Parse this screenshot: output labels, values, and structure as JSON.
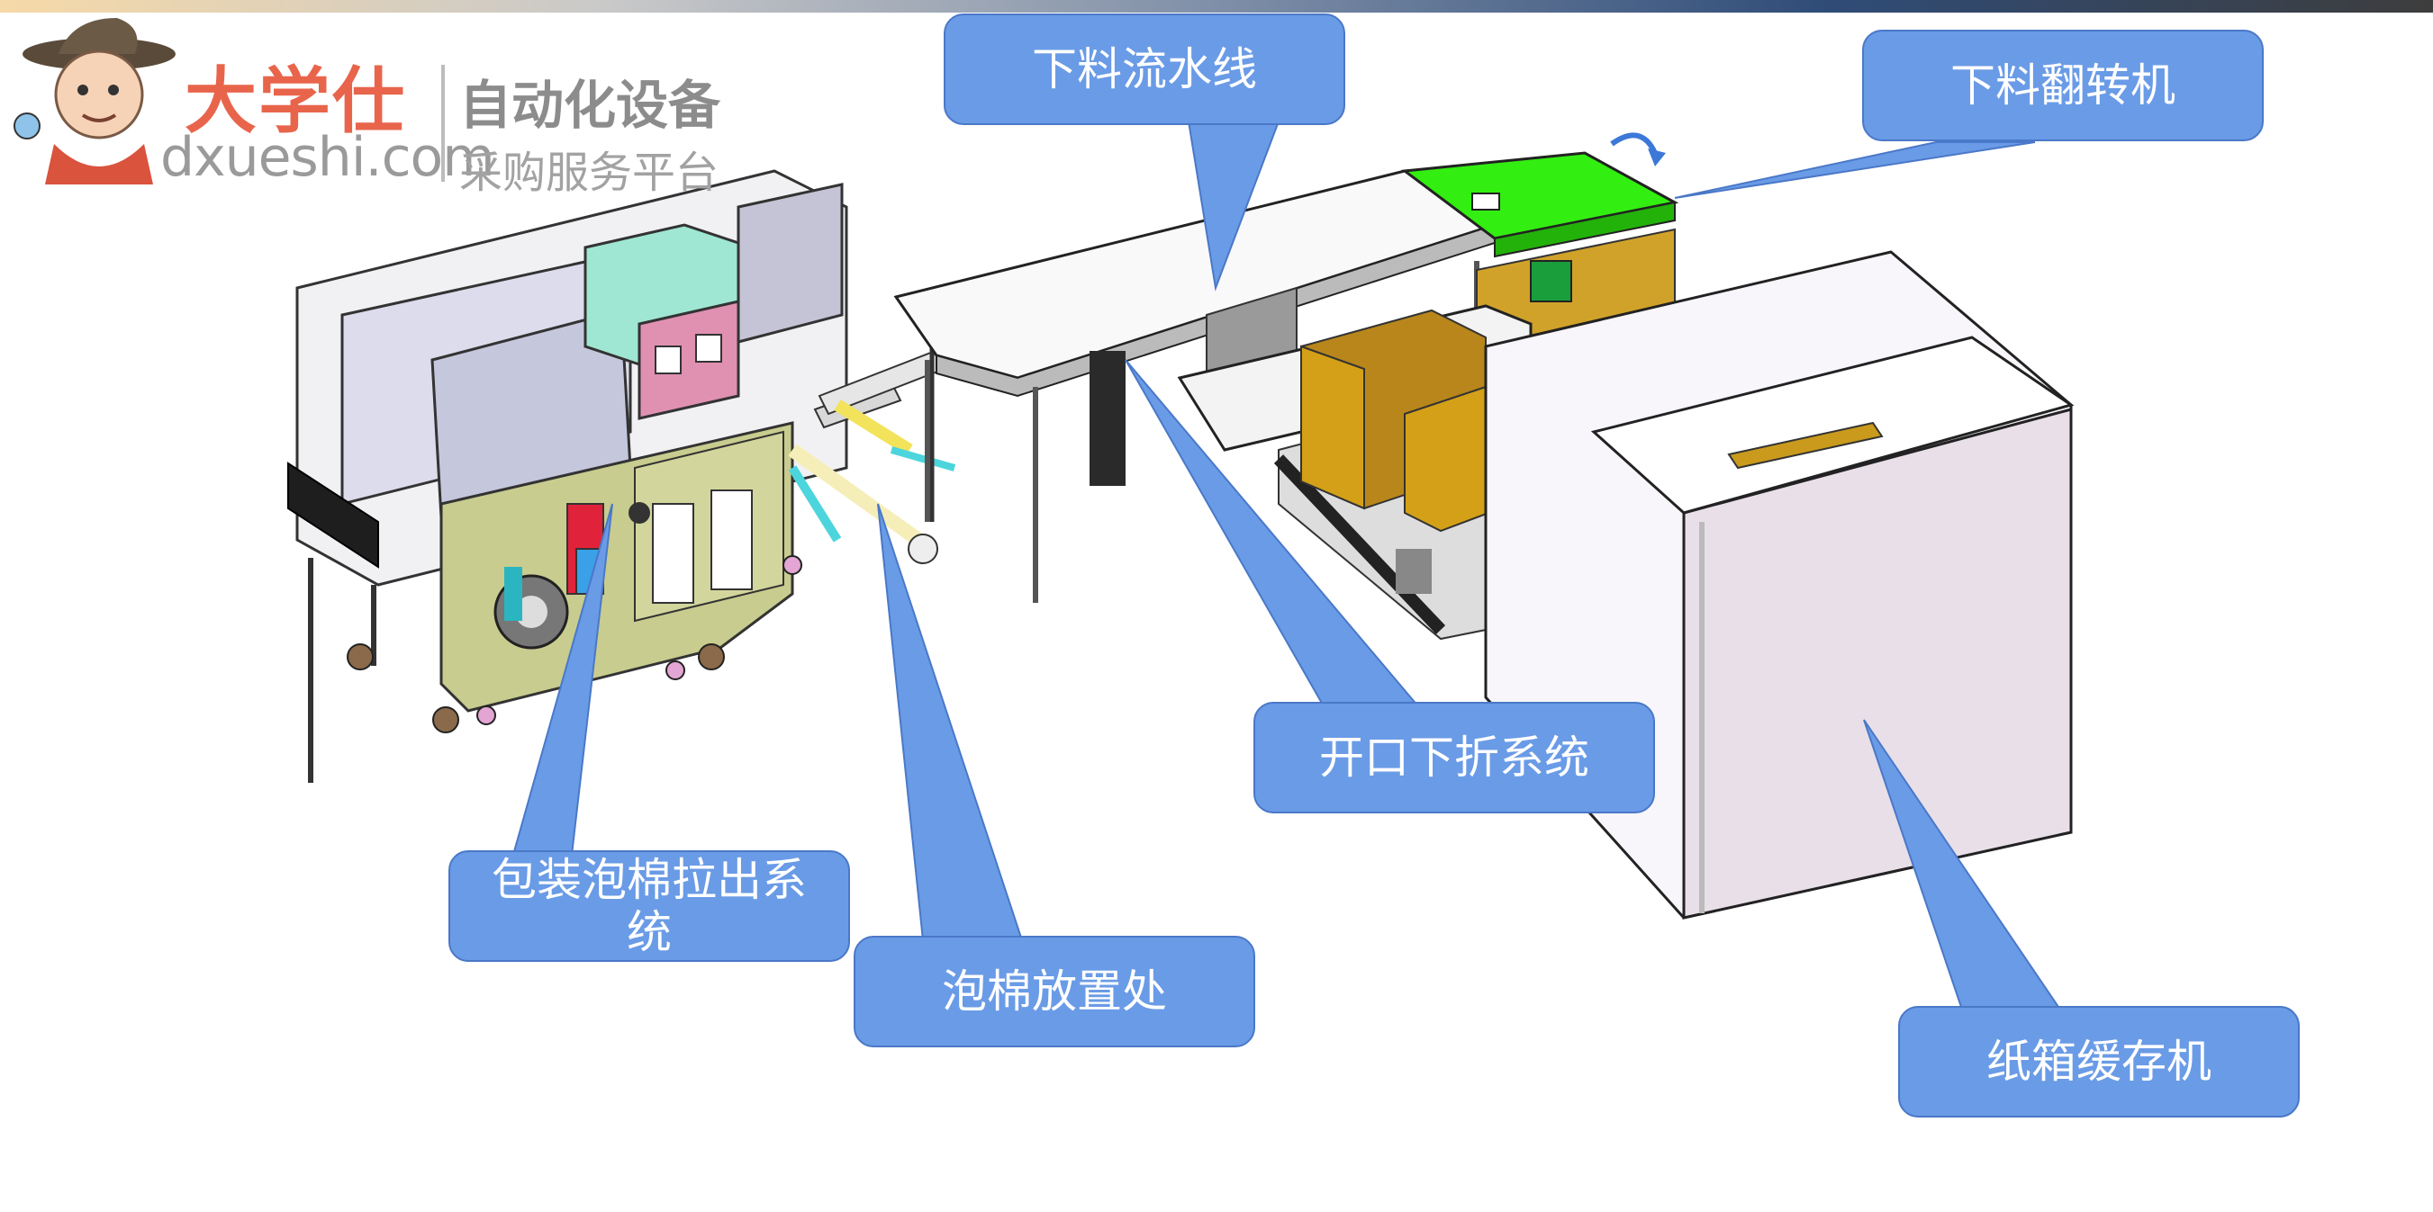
{
  "logo": {
    "brand_cn": "大学仕",
    "brand_en": "dxueshi.com",
    "tagline_1": "自动化设备",
    "tagline_2": "采购服务平台"
  },
  "callouts": {
    "discharge_line": "下料流水线",
    "discharge_flipper": "下料翻转机",
    "foam_pull_system": "包装泡棉拉出系统",
    "foam_storage": "泡棉放置处",
    "flap_fold_system": "开口下折系统",
    "carton_buffer": "纸箱缓存机"
  },
  "colors": {
    "callout_fill": "#6a9be6",
    "callout_border": "#4a78c8",
    "brand_red": "#e8654c",
    "flipper_green": "#33ee11",
    "carton_gold": "#d4a017",
    "machine_olive": "#c8cc8e"
  }
}
